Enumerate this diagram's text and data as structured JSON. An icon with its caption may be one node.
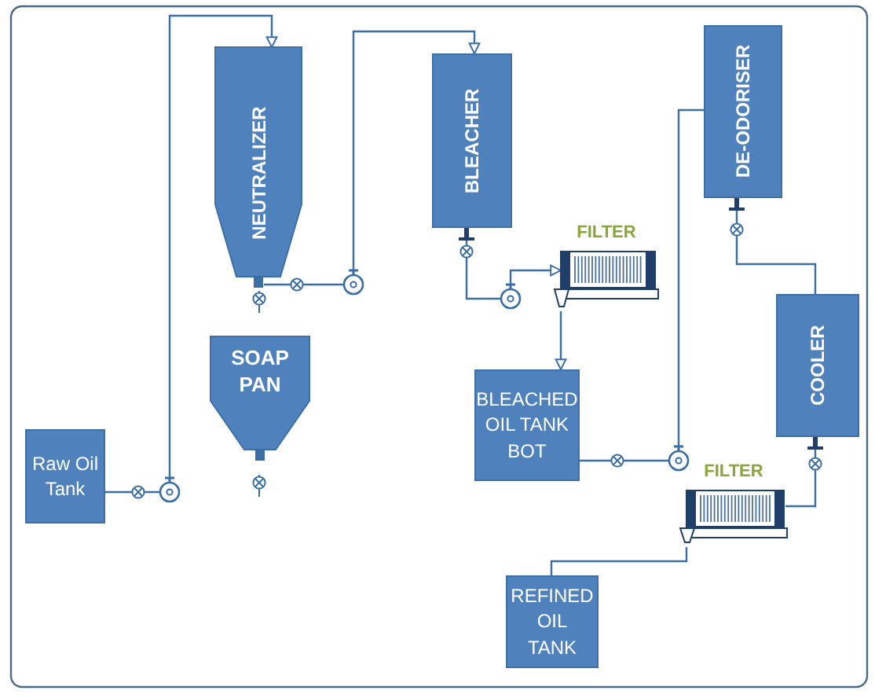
{
  "diagram": {
    "nodes": [
      {
        "text": [
          "Raw Oil Tank"
        ]
      },
      {
        "text": [
          "NEUTRALIZER"
        ]
      },
      {
        "text": [
          "SOAP PAN"
        ]
      },
      {
        "text": [
          "BLEACHER"
        ]
      },
      {
        "text": [
          "FILTER"
        ]
      },
      {
        "text": [
          "BLEACHED OIL TANK BOT"
        ]
      },
      {
        "text": [
          "DE-ODORISER"
        ]
      },
      {
        "text": [
          "COOLER"
        ]
      },
      {
        "text": [
          "FILTER"
        ]
      },
      {
        "text": [
          "REFINED OIL TANK"
        ]
      }
    ],
    "edges": [
      {
        "from": 0,
        "to": 1,
        "arrow": "to"
      },
      {
        "from": 1,
        "to": 3,
        "arrow": "to"
      },
      {
        "from": 3,
        "to": 4,
        "arrow": "to"
      },
      {
        "from": 4,
        "to": 5,
        "arrow": "to"
      },
      {
        "from": 5,
        "to": 6,
        "arrow": "none"
      },
      {
        "from": 6,
        "to": 7,
        "arrow": "none"
      },
      {
        "from": 7,
        "to": 8,
        "arrow": "none"
      },
      {
        "from": 8,
        "to": 9,
        "arrow": "none"
      }
    ]
  }
}
